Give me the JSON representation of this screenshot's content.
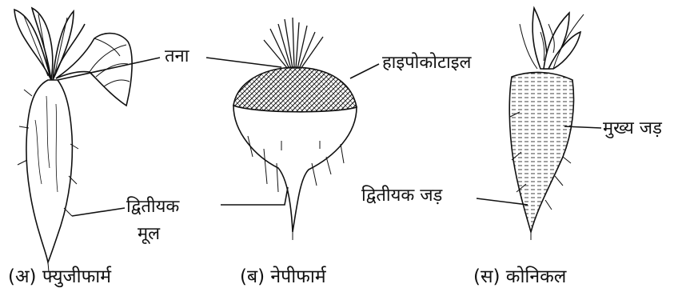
{
  "labels": {
    "stem": "तना",
    "hypocotyl": "हाइपोकोटाइल",
    "main_root": "मुख्य जड़",
    "secondary_root_a_line1": "द्वितीयक",
    "secondary_root_a_line2": "मूल",
    "secondary_root_c": "द्वितीयक जड़"
  },
  "captions": {
    "a": "(अ) फ्युजीफार्म",
    "b": "(ब) नेपीफार्म",
    "c": "(स) कोनिकल"
  },
  "colors": {
    "ink": "#111111",
    "paper": "#ffffff"
  }
}
